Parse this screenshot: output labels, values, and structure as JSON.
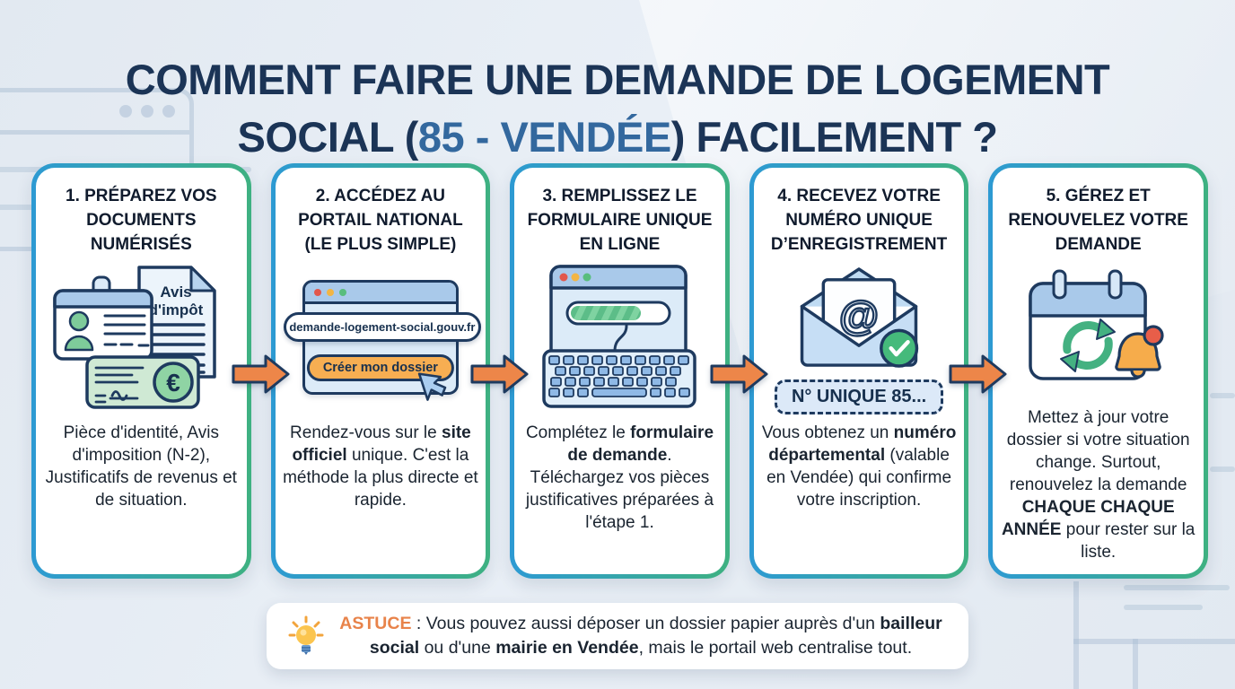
{
  "title": {
    "line1": "COMMENT FAIRE UNE DEMANDE DE LOGEMENT",
    "line2_pre": "SOCIAL (",
    "line2_mid": "85 - VENDÉE",
    "line2_post": ") FACILEMENT ?"
  },
  "steps": [
    {
      "title": "1. PRÉPAREZ VOS DOCUMENTS NUMÉRISÉS",
      "icon": "documents-icon",
      "icon_label1": "Avis",
      "icon_label2": "d'impôt",
      "euro_symbol": "€",
      "desc": [
        {
          "t": "Pièce d'identité, Avis d'imposition (N-2), Justificatifs de revenus et de situation."
        }
      ]
    },
    {
      "title": "2. ACCÉDEZ AU PORTAIL NATIONAL (LE PLUS SIMPLE)",
      "icon": "browser-portal-icon",
      "url": "demande-logement-social.gouv.fr",
      "button": "Créer mon dossier",
      "desc": [
        {
          "t": "Rendez-vous sur le "
        },
        {
          "t": "site officiel",
          "b": true
        },
        {
          "t": " unique. C'est la méthode la plus directe et rapide."
        }
      ]
    },
    {
      "title": "3. REMPLISSEZ LE FORMULAIRE UNIQUE EN LIGNE",
      "icon": "form-keyboard-icon",
      "desc": [
        {
          "t": "Complétez le "
        },
        {
          "t": "formulaire de demande",
          "b": true
        },
        {
          "t": ". Téléchargez vos pièces justificatives préparées à l'étape 1."
        }
      ]
    },
    {
      "title": "4. RECEVEZ VOTRE NUMÉRO UNIQUE D’ENREGISTREMENT",
      "icon": "envelope-check-icon",
      "envelope_symbol": "@",
      "badge": "N° UNIQUE 85...",
      "desc": [
        {
          "t": "Vous obtenez un "
        },
        {
          "t": "numéro départemental",
          "b": true
        },
        {
          "t": " (valable en Vendée) qui confirme votre inscription."
        }
      ]
    },
    {
      "title": "5. GÉREZ ET RENOUVELEZ VOTRE DEMANDE",
      "icon": "calendar-renew-bell-icon",
      "desc": [
        {
          "t": "Mettez à jour votre dossier si votre situation change. Surtout, renouvelez la demande "
        },
        {
          "t": "CHAQUE CHAQUE ANNÉE",
          "b": true
        },
        {
          "t": " pour rester sur la liste."
        }
      ]
    }
  ],
  "tip": {
    "icon": "lightbulb-icon",
    "label": "ASTUCE",
    "segments": [
      {
        "t": " : Vous pouvez aussi déposer un dossier papier auprès d'un "
      },
      {
        "t": "bailleur social",
        "b": true
      },
      {
        "t": " ou d'une "
      },
      {
        "t": "mairie en Vendée",
        "b": true
      },
      {
        "t": ", mais le portail web centralise tout."
      }
    ]
  },
  "colors": {
    "title_navy": "#1B3456",
    "highlight_blue": "#33689E",
    "card_border_blue": "#2D9AD3",
    "card_border_green": "#3EB181",
    "arrow_orange": "#ED8649",
    "button_orange": "#F7AE52",
    "tip_label_orange": "#E8834A",
    "outline_navy": "#1E3A5F"
  }
}
